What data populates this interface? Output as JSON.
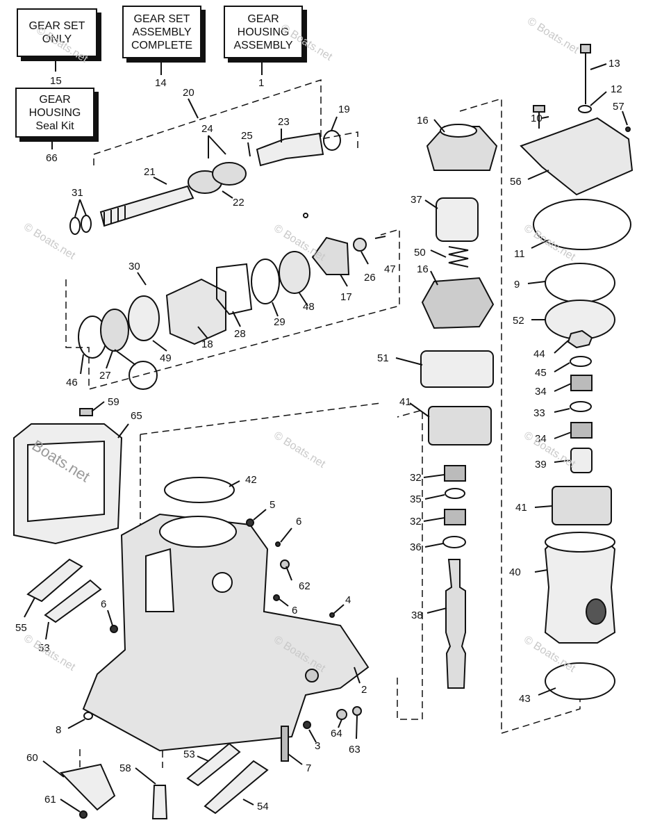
{
  "boxes": {
    "gear_set_only": "GEAR SET\nONLY",
    "gear_set_assembly": "GEAR SET\nASSEMBLY\nCOMPLETE",
    "gear_housing_assembly": "GEAR\nHOUSING\nASSEMBLY",
    "seal_kit": "GEAR\nHOUSING\nSeal Kit"
  },
  "box_numbers": {
    "gear_set_only": "15",
    "gear_set_assembly": "14",
    "gear_housing_assembly": "1",
    "seal_kit": "66"
  },
  "watermark": "© Boats.net",
  "watermark_large": "Boats.net",
  "callouts": [
    "20",
    "24",
    "23",
    "25",
    "19",
    "21",
    "22",
    "31",
    "30",
    "18",
    "28",
    "29",
    "48",
    "17",
    "26",
    "47",
    "46",
    "27",
    "49",
    "16",
    "37",
    "50",
    "16",
    "51",
    "41",
    "32",
    "35",
    "32",
    "36",
    "38",
    "13",
    "12",
    "10",
    "57",
    "56",
    "11",
    "9",
    "52",
    "44",
    "45",
    "34",
    "33",
    "34",
    "39",
    "41",
    "40",
    "43",
    "59",
    "65",
    "42",
    "5",
    "6",
    "62",
    "6",
    "4",
    "6",
    "55",
    "53",
    "2",
    "8",
    "64",
    "63",
    "3",
    "60",
    "58",
    "53",
    "7",
    "61",
    "54"
  ]
}
